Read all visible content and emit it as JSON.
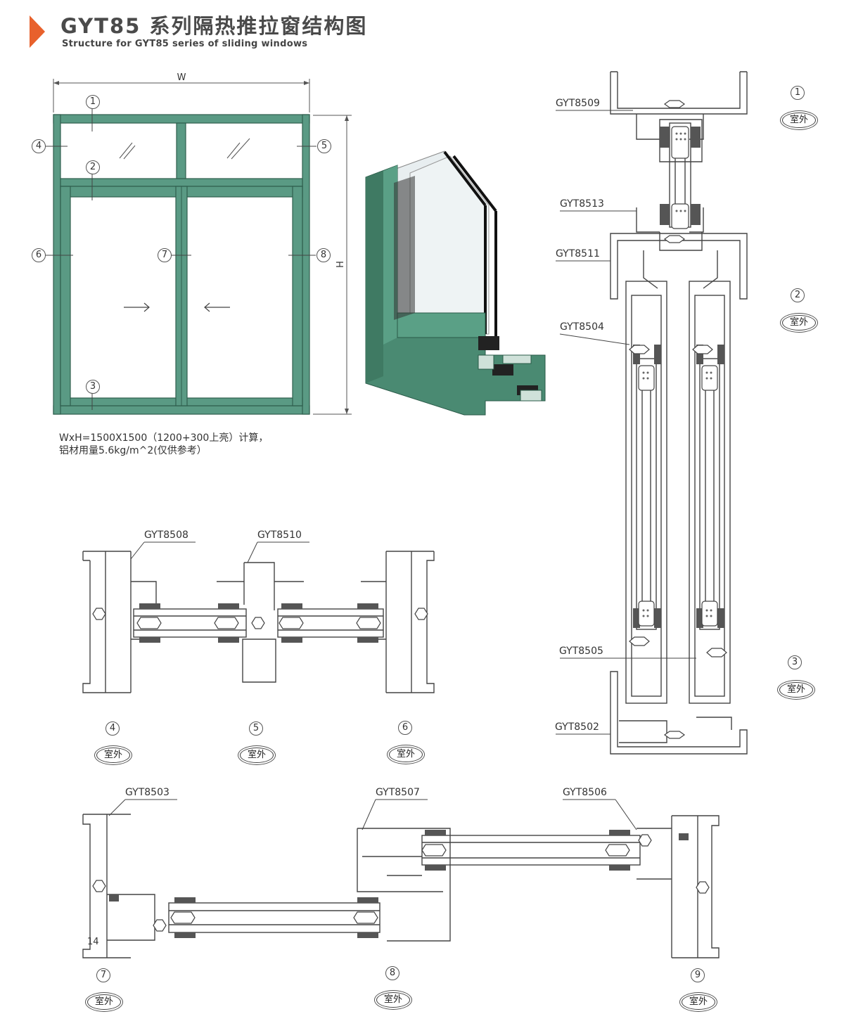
{
  "header": {
    "title": "GYT85 系列隔热推拉窗结构图",
    "subtitle": "Structure for GYT85 series of sliding windows",
    "accent_color": "#e8612c"
  },
  "elevation": {
    "width_label": "W",
    "height_label": "H",
    "frame_color": "#5a9a84",
    "callouts": [
      "1",
      "2",
      "3",
      "4",
      "5",
      "6",
      "7",
      "8"
    ],
    "arrows": [
      "arrow-right-icon",
      "arrow-left-icon"
    ]
  },
  "note": {
    "line1": "WxH=1500X1500（1200+300上亮）计算，",
    "line2": "铝材用量5.6kg/m^2(仅供参考）"
  },
  "sections": {
    "outside_label": "室外",
    "vertical": {
      "labels": [
        "GYT8509",
        "GYT8513",
        "GYT8511",
        "GYT8504",
        "GYT8505",
        "GYT8502"
      ],
      "callouts": [
        "1",
        "2",
        "3"
      ]
    },
    "horizontal_top": {
      "labels": [
        "GYT8508",
        "GYT8510"
      ],
      "callouts": [
        "4",
        "5",
        "6"
      ]
    },
    "horizontal_bottom": {
      "labels": [
        "GYT8503",
        "GYT8507",
        "GYT8506"
      ],
      "callouts": [
        "7",
        "8",
        "9"
      ],
      "dimension": "14"
    }
  }
}
